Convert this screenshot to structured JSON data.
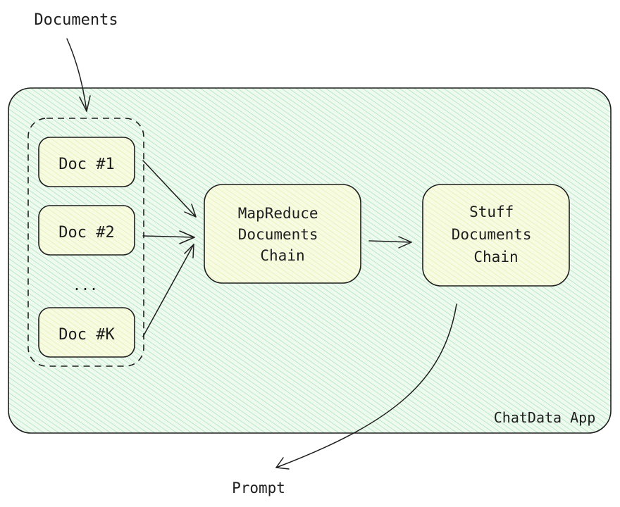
{
  "title": "Documents",
  "docs": [
    {
      "label": "Doc #1"
    },
    {
      "label": "Doc #2"
    },
    {
      "label": "..."
    },
    {
      "label": "Doc #K"
    }
  ],
  "map_reduce": {
    "lines": [
      "MapReduce",
      "Documents",
      "Chain"
    ]
  },
  "stuff": {
    "lines": [
      "Stuff",
      "Documents",
      "Chain"
    ]
  },
  "app_label": "ChatData App",
  "output_label": "Prompt",
  "colors": {
    "app_fill": "#b2f2bb",
    "box_fill": "#ffec99",
    "stroke": "#1e1e1e"
  }
}
